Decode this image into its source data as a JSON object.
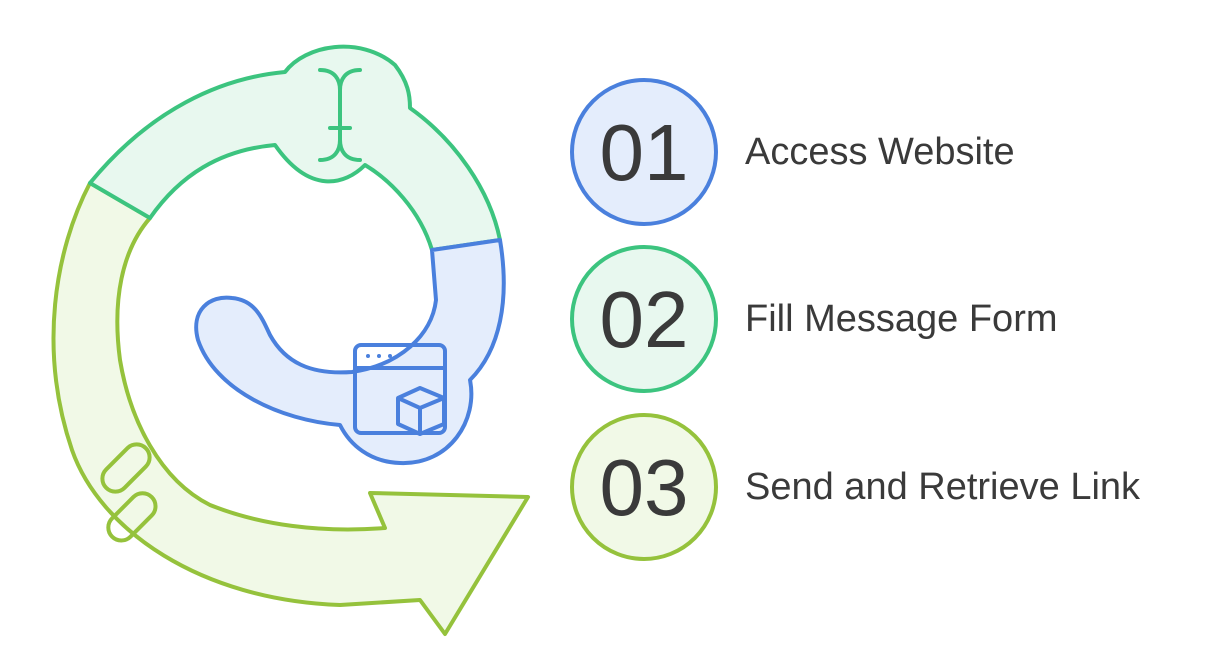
{
  "colors": {
    "blue_stroke": "#4a80dd",
    "blue_fill": "#e4edfc",
    "teal_stroke": "#3cc47f",
    "teal_fill": "#e8f8ef",
    "green_stroke": "#95c23c",
    "green_fill": "#f1f9e7",
    "text": "#3a3a3a"
  },
  "steps": [
    {
      "number": "01",
      "label": "Access Website",
      "color": "blue",
      "icon": "cursor-icon"
    },
    {
      "number": "02",
      "label": "Fill Message Form",
      "color": "teal",
      "icon": "browser-box-icon"
    },
    {
      "number": "03",
      "label": "Send and Retrieve Link",
      "color": "green",
      "icon": "link-icon"
    }
  ]
}
